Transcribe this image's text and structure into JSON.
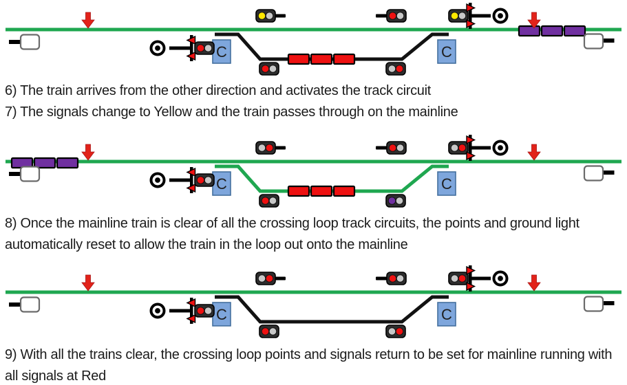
{
  "colors": {
    "mainline_green": "#1FA750",
    "loop_black": "#121212",
    "train_red": "#EE1111",
    "train_purple": "#7030A0",
    "arrow_red": "#E2231A",
    "cbox_fill": "#7EA6DC",
    "cbox_border": "#44709E",
    "housing_dark": "#2E2E2E",
    "light_off": "#C8C8C8",
    "light_red": "#EE1111",
    "light_yellow": "#FFE800",
    "light_purple": "#7030A0",
    "end_box_border": "#6B6B6B",
    "text": "#1B1B1B"
  },
  "point_indicator_label": "C",
  "captions": {
    "line6": "6) The train arrives from the other direction and activates the track circuit",
    "line7": "7) The signals change to Yellow and the train passes through on the mainline",
    "line8": "8) Once the mainline train is clear of all the crossing loop track circuits, the points and ground light automatically reset to allow the train in the loop out onto the mainline",
    "line9": "9) With all the trains clear, the crossing loop points and signals return to be set for mainline running with all signals at Red"
  },
  "diagrams": [
    {
      "name": "diagram-step-6-7",
      "loop_color": "black",
      "signals": {
        "top_left": [
          "yellow",
          "off"
        ],
        "top_mid": [
          "red",
          "off"
        ],
        "junction_right": [
          "yellow",
          "off"
        ],
        "junction_left": [
          "red",
          "off"
        ],
        "loop_left": [
          "red",
          "off"
        ],
        "loop_right": [
          "off",
          "red"
        ]
      },
      "trains": [
        {
          "color": "red",
          "track": "loop"
        },
        {
          "color": "purple",
          "track": "main_right"
        }
      ]
    },
    {
      "name": "diagram-step-8",
      "loop_color": "green",
      "signals": {
        "top_left": [
          "off",
          "red"
        ],
        "top_mid": [
          "red",
          "off"
        ],
        "junction_right": [
          "off",
          "red"
        ],
        "junction_left": [
          "red",
          "off"
        ],
        "loop_left": [
          "red",
          "off"
        ],
        "loop_right": [
          "purple",
          "off"
        ]
      },
      "trains": [
        {
          "color": "red",
          "track": "loop"
        },
        {
          "color": "purple",
          "track": "main_left"
        }
      ]
    },
    {
      "name": "diagram-step-9",
      "loop_color": "black",
      "signals": {
        "top_left": [
          "off",
          "red"
        ],
        "top_mid": [
          "red",
          "off"
        ],
        "junction_right": [
          "off",
          "red"
        ],
        "junction_left": [
          "red",
          "off"
        ],
        "loop_left": [
          "red",
          "off"
        ],
        "loop_right": [
          "off",
          "red"
        ]
      },
      "trains": []
    }
  ]
}
